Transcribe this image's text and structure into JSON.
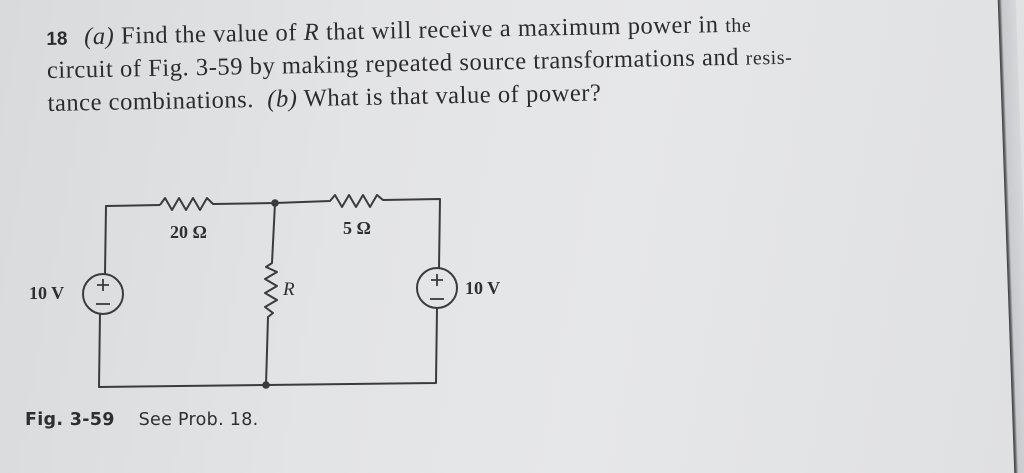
{
  "problem": {
    "number": "18",
    "part_a_label": "(a)",
    "line1_text": "Find the value of",
    "variable": "R",
    "line1_rest": "that will receive a maximum power in",
    "line1_end": "the",
    "line2_text": "circuit of Fig. 3-59 by making repeated source transformations and",
    "line2_end": "resis-",
    "line3_text": "tance combinations.",
    "part_b_label": "(b)",
    "line3_rest": "What is that value of power?"
  },
  "circuit": {
    "left_source": {
      "label": "10 V",
      "plus": "+",
      "minus": "−"
    },
    "right_source": {
      "label": "10 V",
      "plus": "+",
      "minus": "−"
    },
    "resistor_left": {
      "label": "20 Ω",
      "value_ohms": 20
    },
    "resistor_right": {
      "label": "5 Ω",
      "value_ohms": 5
    },
    "load_resistor": {
      "label": "R"
    },
    "colors": {
      "wire": "#3b3b3d",
      "paper": "#e3e4e6"
    }
  },
  "caption": {
    "figure_number": "Fig. 3-59",
    "text": "See Prob. 18."
  }
}
